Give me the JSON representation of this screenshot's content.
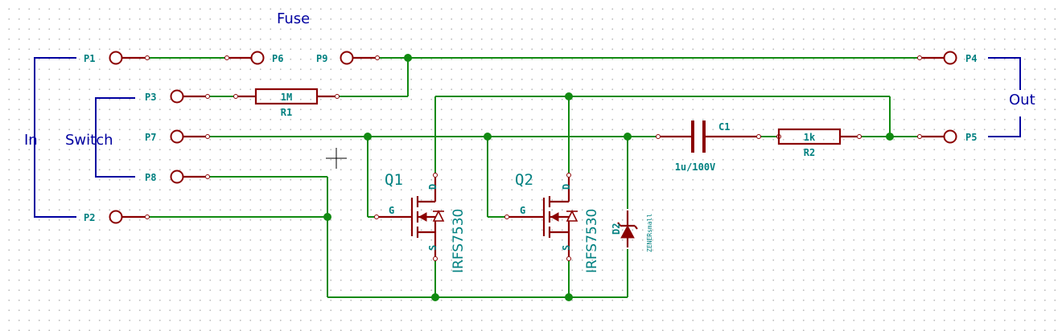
{
  "schematic": {
    "net_labels": {
      "in": "In",
      "switch": "Switch",
      "out": "Out",
      "fuse": "Fuse"
    },
    "connectors": {
      "p1": "P1",
      "p2": "P2",
      "p3": "P3",
      "p4": "P4",
      "p5": "P5",
      "p6": "P6",
      "p7": "P7",
      "p8": "P8",
      "p9": "P9"
    },
    "resistors": {
      "r1": {
        "ref": "R1",
        "value": "1M"
      },
      "r2": {
        "ref": "R2",
        "value": "1k"
      }
    },
    "capacitor": {
      "ref": "C1",
      "value": "1u/100V"
    },
    "mosfets": {
      "q1": {
        "ref": "Q1",
        "part": "IRFS7530",
        "gate": "G",
        "drain": "D",
        "source": "S"
      },
      "q2": {
        "ref": "Q2",
        "part": "IRFS7530",
        "gate": "G",
        "drain": "D",
        "source": "S"
      }
    },
    "diode": {
      "ref": "D2",
      "part": "ZENERsmall"
    },
    "colors": {
      "wire": "#118a11",
      "component": "#8b0000",
      "label": "#008080",
      "net_label": "#0000a0"
    }
  }
}
